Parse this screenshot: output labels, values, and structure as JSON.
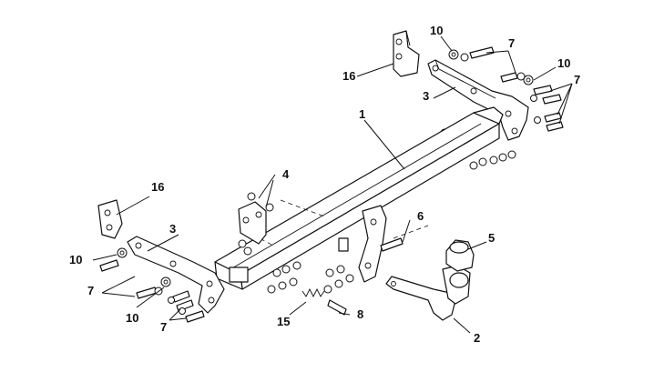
{
  "diagram": {
    "callouts": {
      "beam": "1",
      "tow_ball": "2",
      "left_arm": "3",
      "right_arm": "3",
      "center_bracket": "4",
      "socket": "5",
      "bolt_socket": "6",
      "bolt_top_a": "7",
      "bolt_top_b": "7",
      "bolt_left_a": "7",
      "bolt_left_b": "7",
      "spring_bolt": "8",
      "washer_top_a": "10",
      "washer_top_b": "10",
      "washer_left_a": "10",
      "washer_left_b": "10",
      "spring": "15",
      "plate_right": "16",
      "plate_left": "16"
    },
    "colors": {
      "line": "#111111",
      "background": "#ffffff"
    }
  }
}
